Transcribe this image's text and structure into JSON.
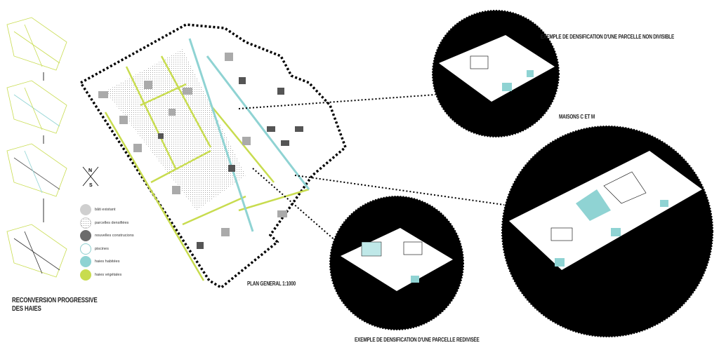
{
  "titles": {
    "progressive": [
      "RECONVERSION PROGRESSIVE",
      "DES HAIES"
    ],
    "plan": "PLAN GENERAL 1:1000",
    "non_divisible": "EXEMPLE DE DENSIFICATION D'UNE PARCELLE NON DIVISIBLE",
    "maisons": "MAISONS C ET M",
    "redivisee": "EXEMPLE DE DENSIFICATION D'UNE PARCELLE REDIVISÉE"
  },
  "compass": {
    "north": "N",
    "south": "S"
  },
  "legend": [
    {
      "label": "bâti existant",
      "color": "#cfcfcf",
      "type": "fill"
    },
    {
      "label": "parcelles densifiées",
      "color": "#e8e8e8",
      "type": "dots"
    },
    {
      "label": "nouvelles construcions",
      "color": "#6b6b6b",
      "type": "fill"
    },
    {
      "label": "piscines",
      "color": "#8fcfcf",
      "type": "ring"
    },
    {
      "label": "haies habitées",
      "color": "#8fd3d3",
      "type": "fill"
    },
    {
      "label": "haies végétales",
      "color": "#c8dc4f",
      "type": "fill"
    }
  ],
  "colors": {
    "hedge": "#c8dc4f",
    "habitee": "#8fd3d3",
    "dark": "#000000"
  }
}
